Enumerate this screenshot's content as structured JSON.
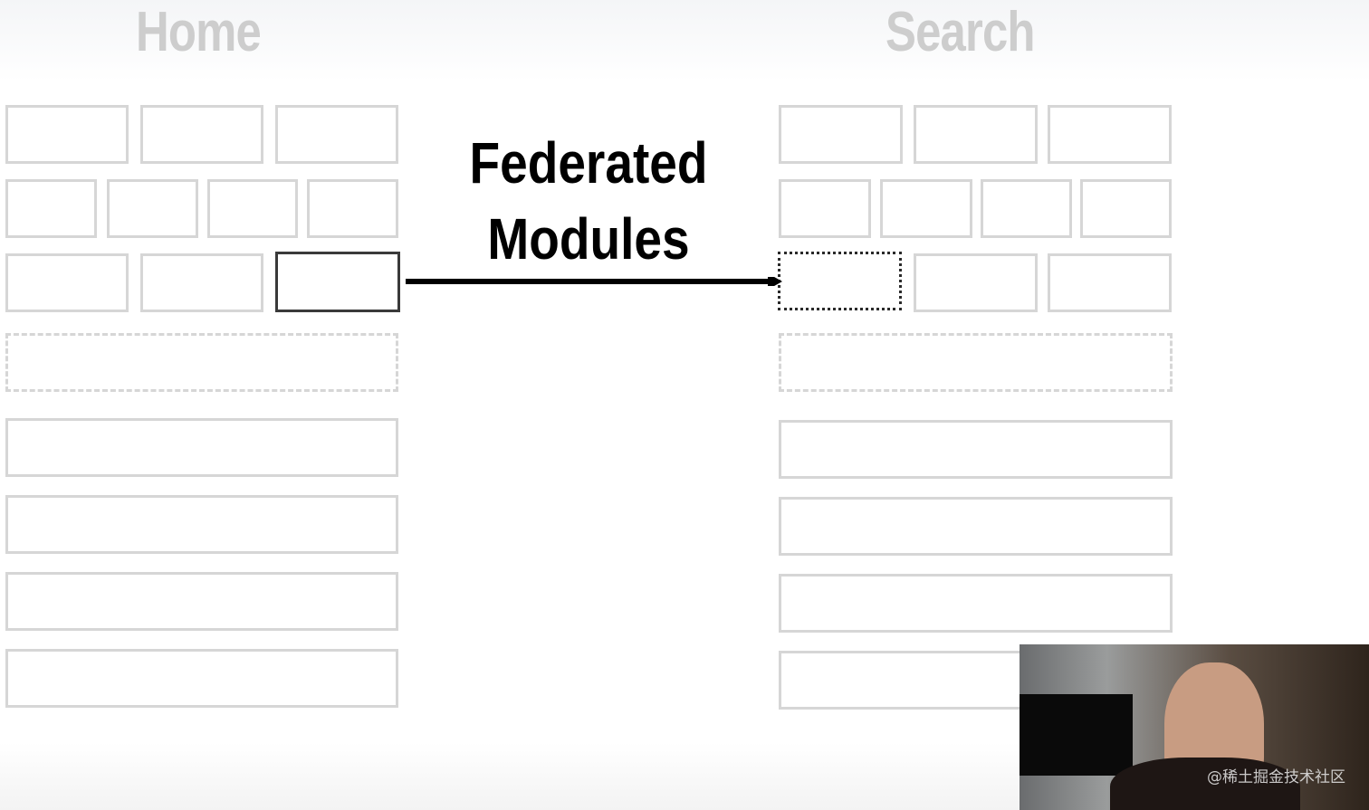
{
  "left_title": "Home",
  "right_title": "Search",
  "center_title_line1": "Federated",
  "center_title_line2": "Modules",
  "watermark": "@稀土掘金技术社区"
}
